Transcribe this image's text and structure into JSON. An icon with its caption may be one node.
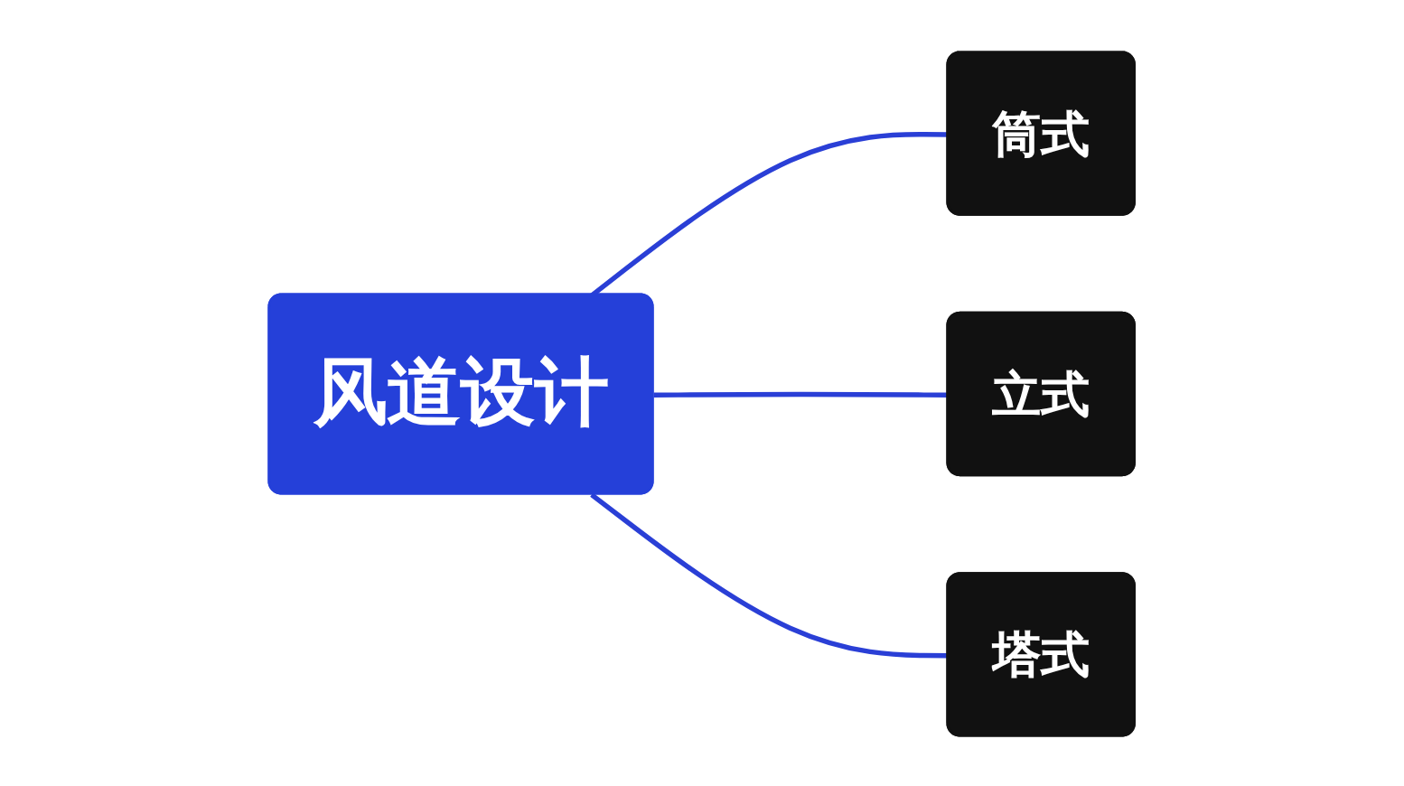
{
  "diagram": {
    "nodes": [
      {
        "text": [
          "风道设计"
        ]
      },
      {
        "text": [
          "筒式"
        ]
      },
      {
        "text": [
          "立式"
        ]
      },
      {
        "text": [
          "塔式"
        ]
      }
    ],
    "edges": [
      {
        "from": 0,
        "to": 1,
        "arrow": "none"
      },
      {
        "from": 0,
        "to": 2,
        "arrow": "none"
      },
      {
        "from": 0,
        "to": 3,
        "arrow": "none"
      }
    ]
  }
}
